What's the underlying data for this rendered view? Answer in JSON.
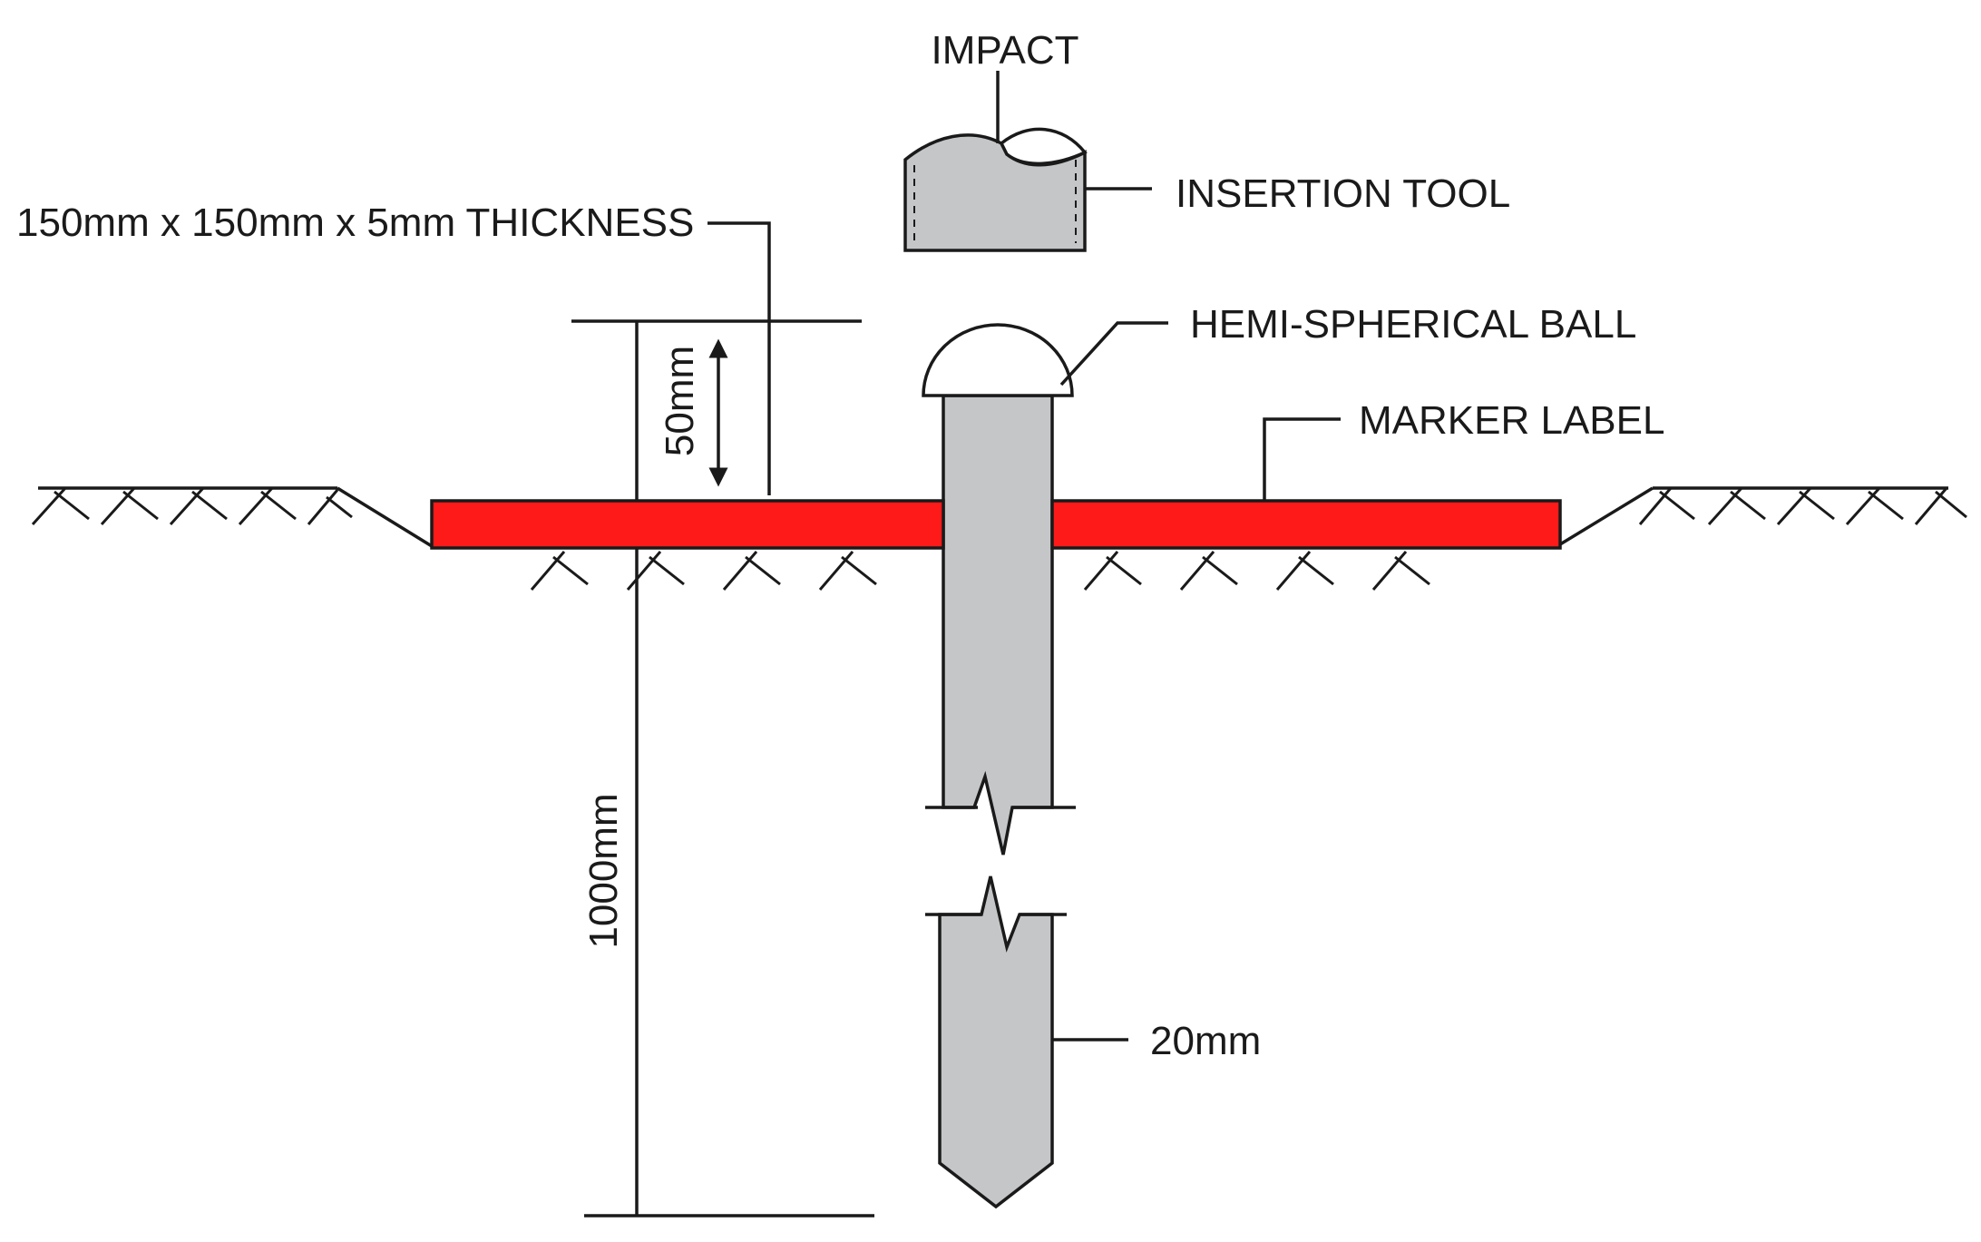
{
  "labels": {
    "impact": "IMPACT",
    "insertion_tool": "INSERTION TOOL",
    "plate_dims": "150mm x 150mm x 5mm THICKNESS",
    "hemi_ball": "HEMI-SPHERICAL BALL",
    "marker_label": "MARKER LABEL",
    "height_above": "50mm",
    "depth": "1000mm",
    "rod_diameter": "20mm"
  },
  "colors": {
    "marker_label": "#ff1a1a",
    "steel": "#c5c6c8",
    "line": "#1a1a1a"
  }
}
